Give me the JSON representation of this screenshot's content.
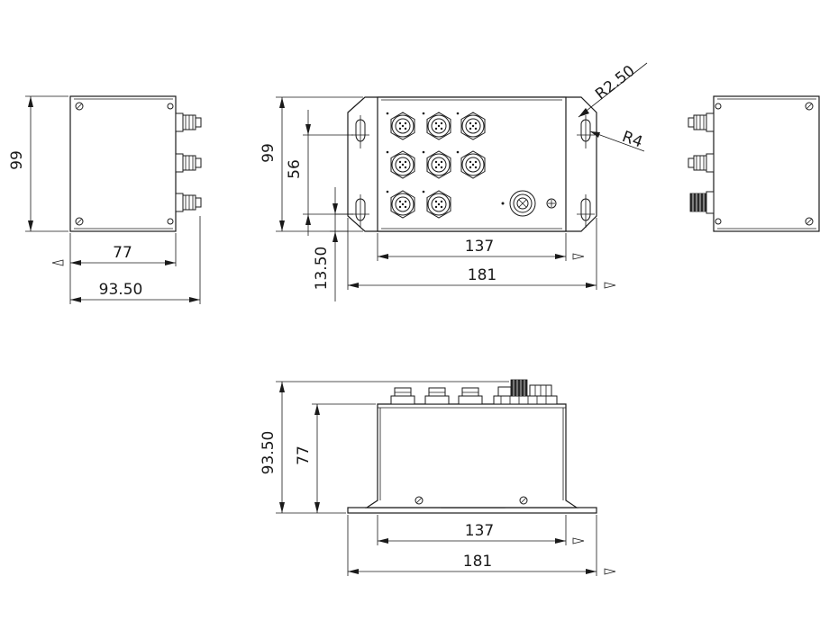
{
  "dimensions": {
    "left_height": "99",
    "left_depth_inner": "77",
    "left_depth_outer": "93.50",
    "front_height": "99",
    "front_hole_spacing": "56",
    "front_hole_offset": "13.50",
    "front_width_inner": "137",
    "front_width_outer": "181",
    "radius_small": "R2.50",
    "radius_large": "R4",
    "bottom_height_outer": "93.50",
    "bottom_height_inner": "77",
    "bottom_width_inner": "137",
    "bottom_width_outer": "181"
  }
}
